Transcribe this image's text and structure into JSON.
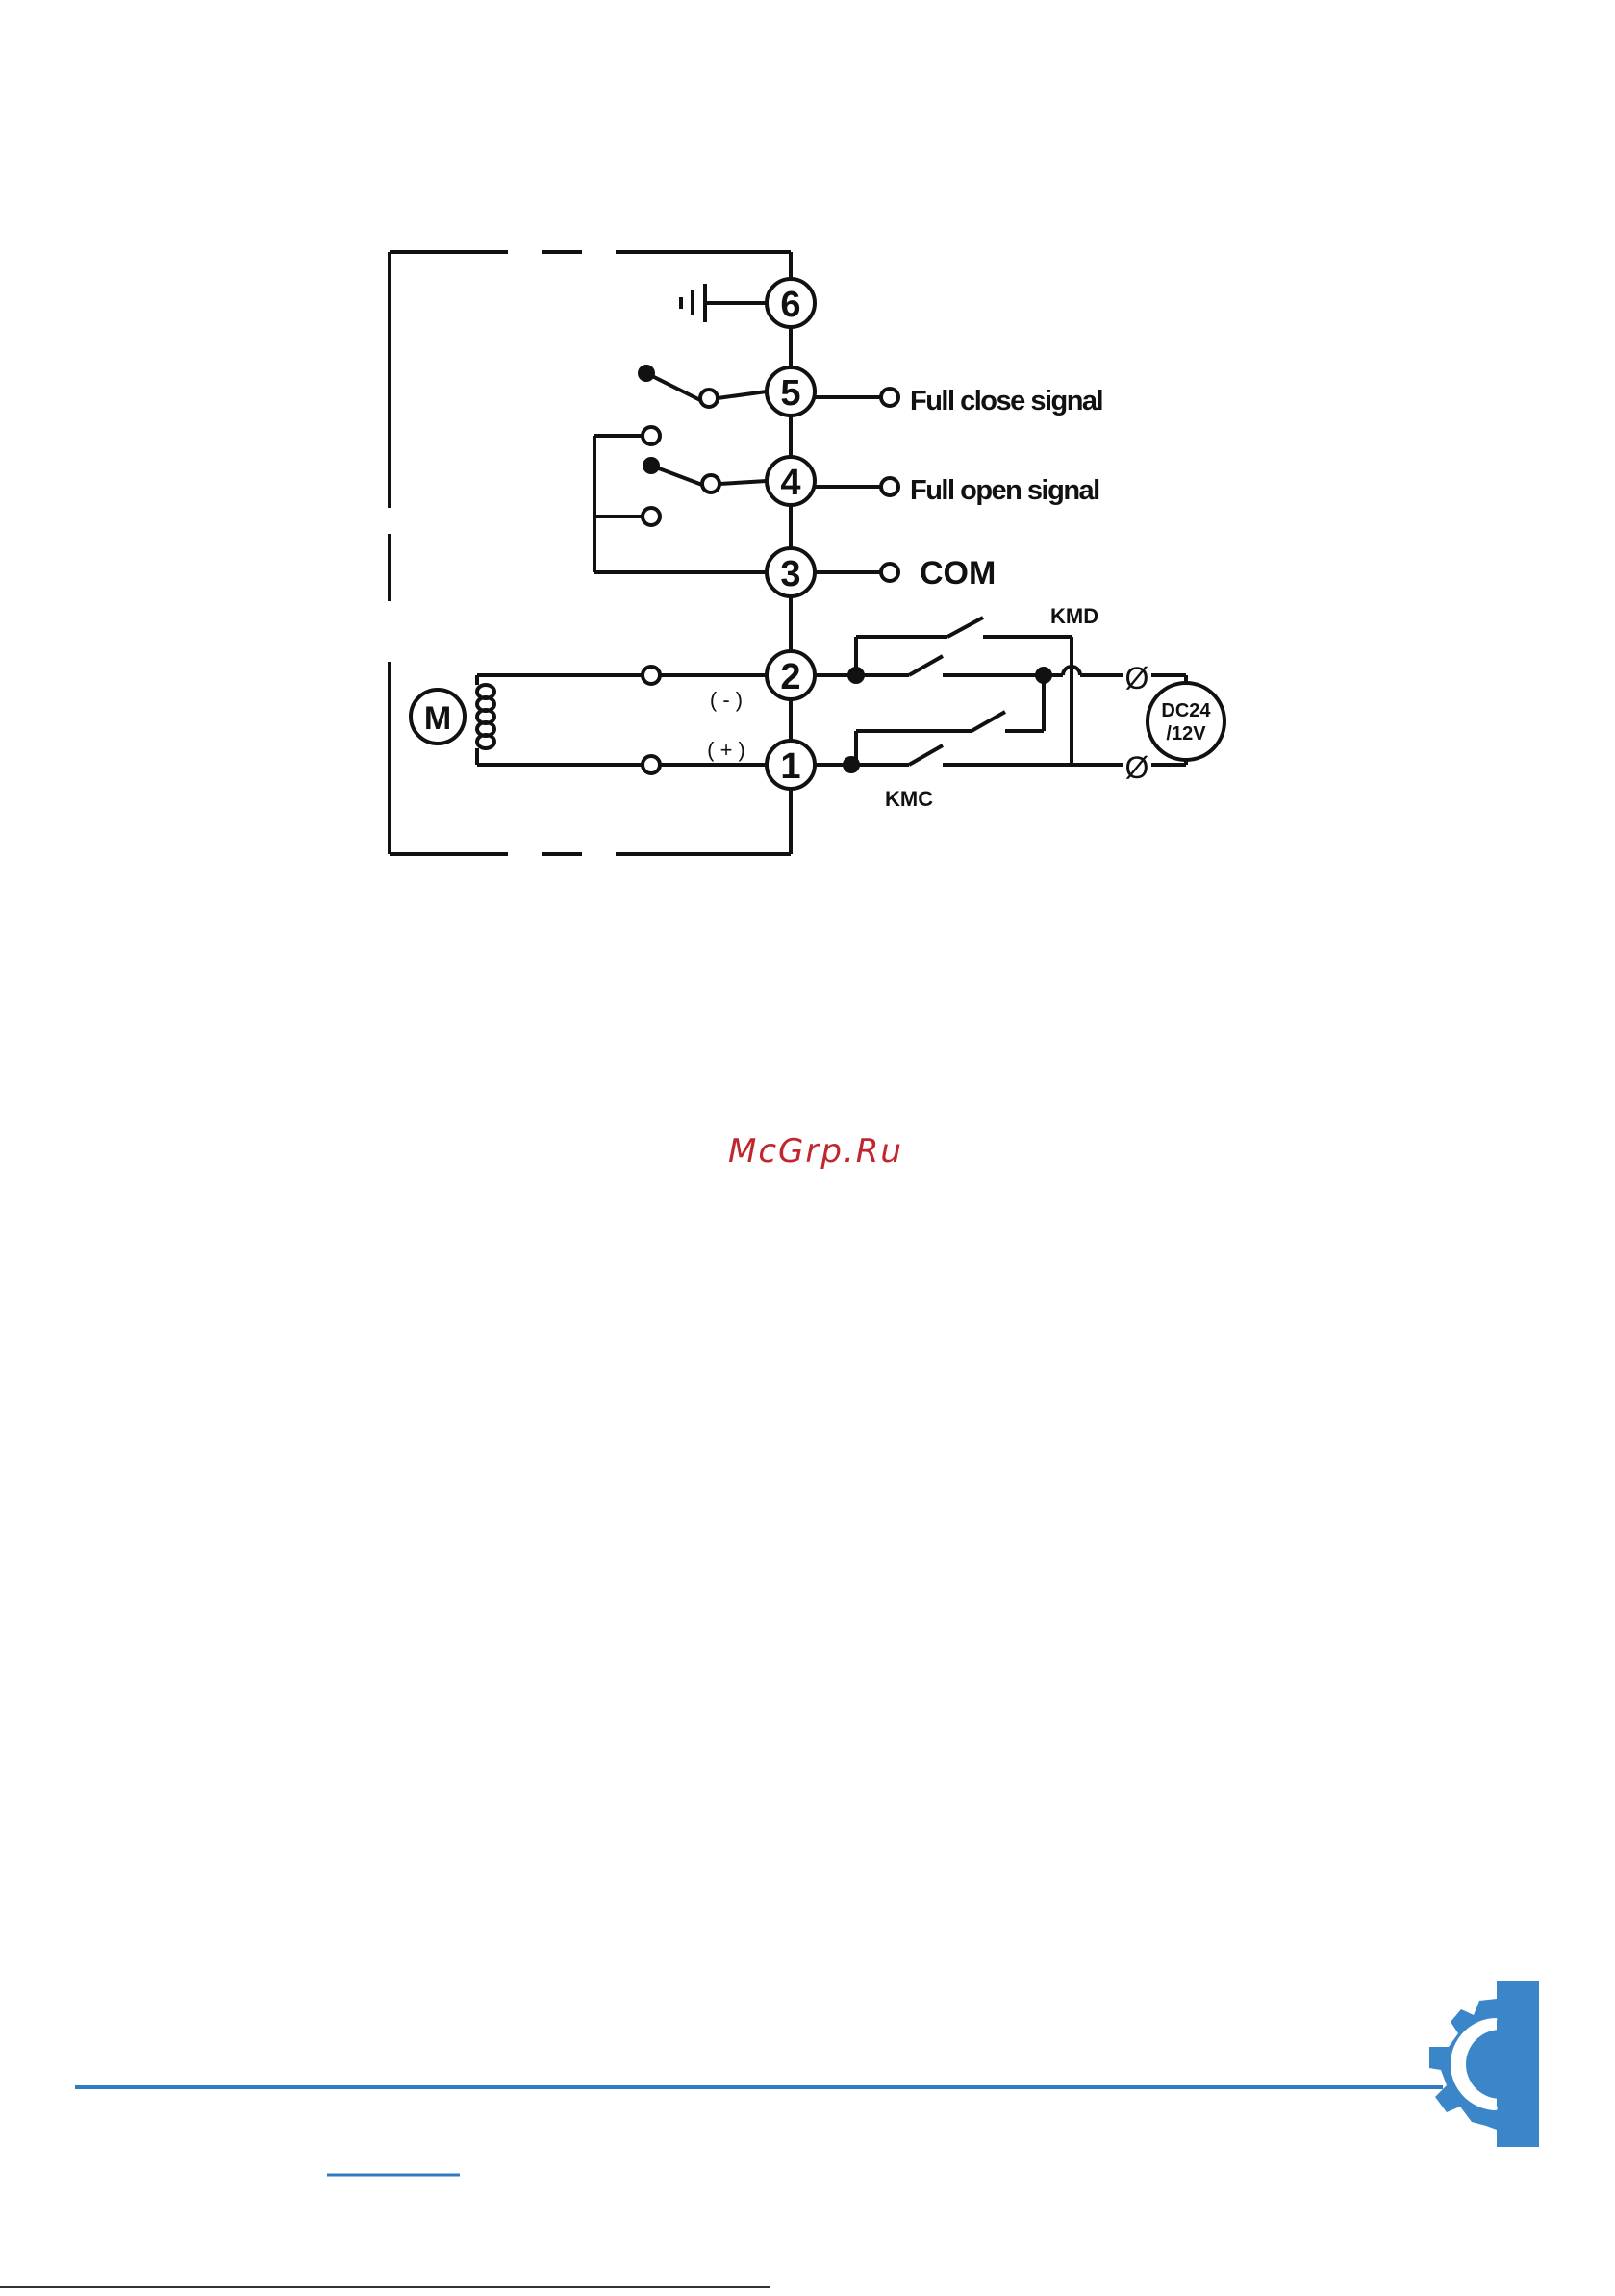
{
  "diagram": {
    "terminals": [
      {
        "number": "6"
      },
      {
        "number": "5"
      },
      {
        "number": "4"
      },
      {
        "number": "3"
      },
      {
        "number": "2"
      },
      {
        "number": "1"
      }
    ],
    "signals": {
      "full_close": "Full close signal",
      "full_open": "Full open signal",
      "com": "COM"
    },
    "motor_label": "M",
    "polarity": {
      "minus": "( - )",
      "plus": "( + )"
    },
    "contactors": {
      "kmd": "KMD",
      "kmc": "KMC"
    },
    "power_supply": {
      "line1": "DC24",
      "line2": "/12V"
    },
    "supply_terminal_symbol": "Ø"
  },
  "watermark": {
    "text": "McGrp.Ru",
    "color": "#c0262d"
  },
  "footer": {
    "rule_color": "#2f7ac1",
    "logo_color": "#3a86c8",
    "logo_icon": "gear-icon"
  }
}
